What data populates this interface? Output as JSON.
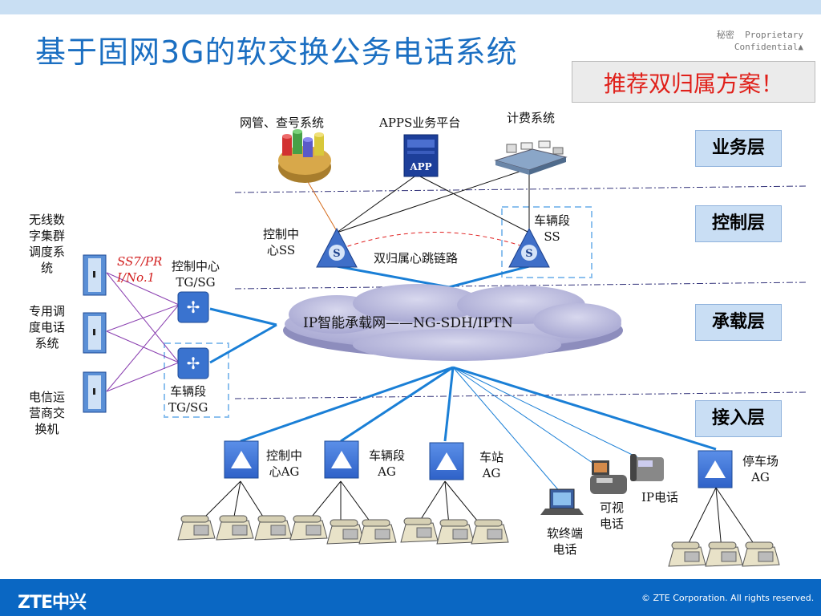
{
  "header": {
    "title": "基于固网3G的软交换公务电话系统",
    "confidential": "秘密  Proprietary\nConfidential▲",
    "recommend": "推荐双归属方案！"
  },
  "layers": [
    "业务层",
    "控制层",
    "承载层",
    "接入层"
  ],
  "services": {
    "nms": "网管、查号系统",
    "apps": "APPS业务平台",
    "billing": "计费系统",
    "app_label": "APP"
  },
  "control": {
    "ss_center": "控制中\n心SS",
    "ss_vehicle": "车辆段\nSS",
    "heartbeat": "双归属心跳链路"
  },
  "bearer": {
    "cloud": "IP智能承载网——NG-SDH/IPTN"
  },
  "left_systems": {
    "wireless": "无线数\n字集群\n调度系\n统",
    "dispatch": "专用调\n度电话\n系统",
    "carrier": "电信运\n营商交\n换机",
    "ss7": "SS7/PR\nI/No.1",
    "tg_center": "控制中心\nTG/SG",
    "tg_vehicle": "车辆段\nTG/SG"
  },
  "access": {
    "ag_center": "控制中\n心AG",
    "ag_vehicle": "车辆段\nAG",
    "ag_station": "车站\nAG",
    "ag_depot": "停车场\nAG",
    "softphone": "软终端\n电话",
    "videophone": "可视\n电话",
    "ipphone": "IP电话"
  },
  "footer": {
    "logo": "ZTE中兴",
    "copyright": "© ZTE Corporation. All rights reserved."
  },
  "colors": {
    "title": "#1b6fc2",
    "link": "#1a7fd6",
    "layer_bg": "#c9def4",
    "red": "#e0201a",
    "bottom_bar": "#0a67c3"
  }
}
